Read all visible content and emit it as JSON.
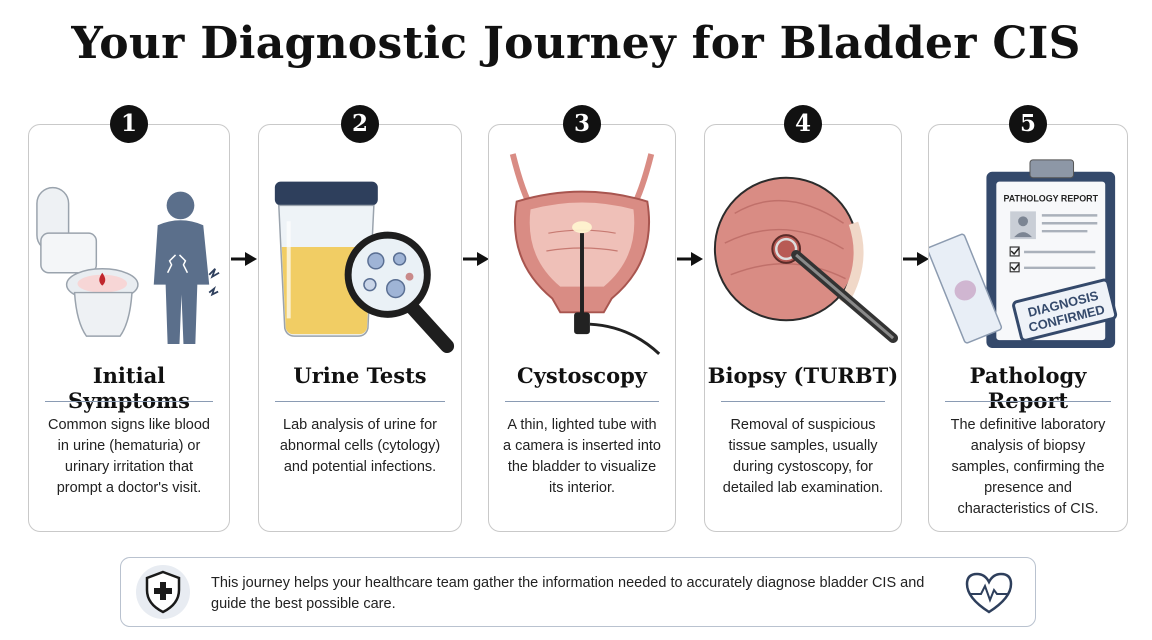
{
  "title": "Your Diagnostic Journey for Bladder CIS",
  "steps": [
    {
      "number": "1",
      "title": "Initial Symptoms",
      "description": "Common signs like blood in urine (hematuria) or urinary irritation that prompt a doctor's visit."
    },
    {
      "number": "2",
      "title": "Urine Tests",
      "description": "Lab analysis of urine for abnormal cells (cytology) and potential infections."
    },
    {
      "number": "3",
      "title": "Cystoscopy",
      "description": "A thin, lighted tube with a camera is inserted into the bladder to visualize its interior."
    },
    {
      "number": "4",
      "title": "Biopsy (TURBT)",
      "description": "Removal of suspicious tissue samples, usually during cystoscopy, for detailed lab examination."
    },
    {
      "number": "5",
      "title": "Pathology Report",
      "description": "The definitive laboratory analysis of biopsy samples, confirming the presence and characteristics of CIS."
    }
  ],
  "report_header": "PATHOLOGY REPORT",
  "stamp_line1": "DIAGNOSIS",
  "stamp_line2": "CONFIRMED",
  "footer": {
    "text": "This journey helps your healthcare team gather the information needed to accurately diagnose bladder CIS and guide the best possible care."
  },
  "colors": {
    "accent_navy": "#2e3f5c",
    "tissue_pink": "#d98c84",
    "urine_yellow": "#f1c54a",
    "divider": "#8a9bb3"
  }
}
